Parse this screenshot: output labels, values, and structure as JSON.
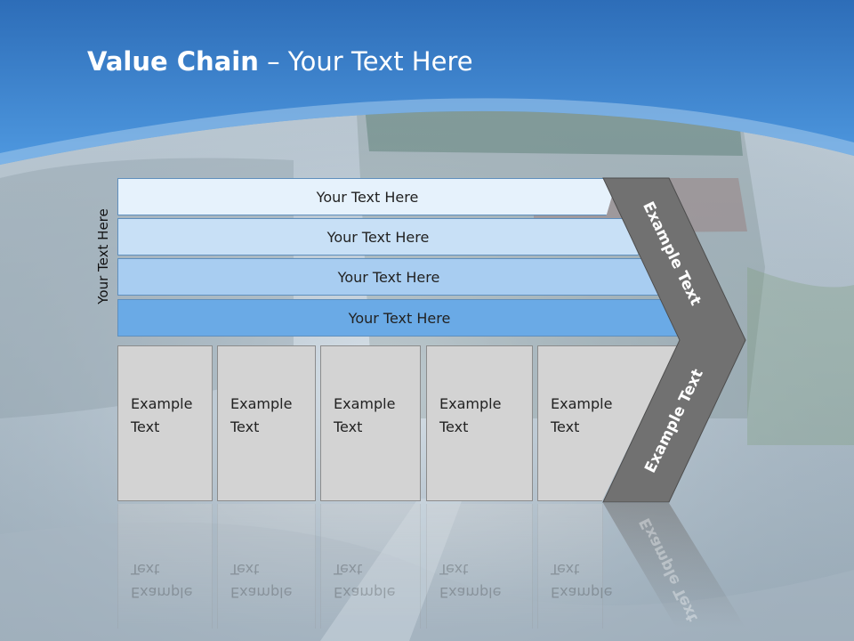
{
  "title": {
    "bold": "Value Chain",
    "rest": " – Your Text Here"
  },
  "side_label": "Your Text Here",
  "bars": [
    {
      "label": "Your Text Here",
      "color": "#e6f2fc"
    },
    {
      "label": "Your Text Here",
      "color": "#c8e0f6"
    },
    {
      "label": "Your Text Here",
      "color": "#a8cdf1"
    },
    {
      "label": "Your Text Here",
      "color": "#6aaae6"
    }
  ],
  "boxes": [
    {
      "line1": "Example",
      "line2": "Text"
    },
    {
      "line1": "Example",
      "line2": "Text"
    },
    {
      "line1": "Example",
      "line2": "Text"
    },
    {
      "line1": "Example",
      "line2": "Text"
    },
    {
      "line1": "Example",
      "line2": "Text"
    }
  ],
  "chevron": {
    "upper_label": "Example Text",
    "lower_label": "Example Text",
    "color": "#717171"
  },
  "colors": {
    "sky_top": "#2f74c0",
    "sky_bottom": "#5aa3e6",
    "ground": "#b5c3cd"
  }
}
